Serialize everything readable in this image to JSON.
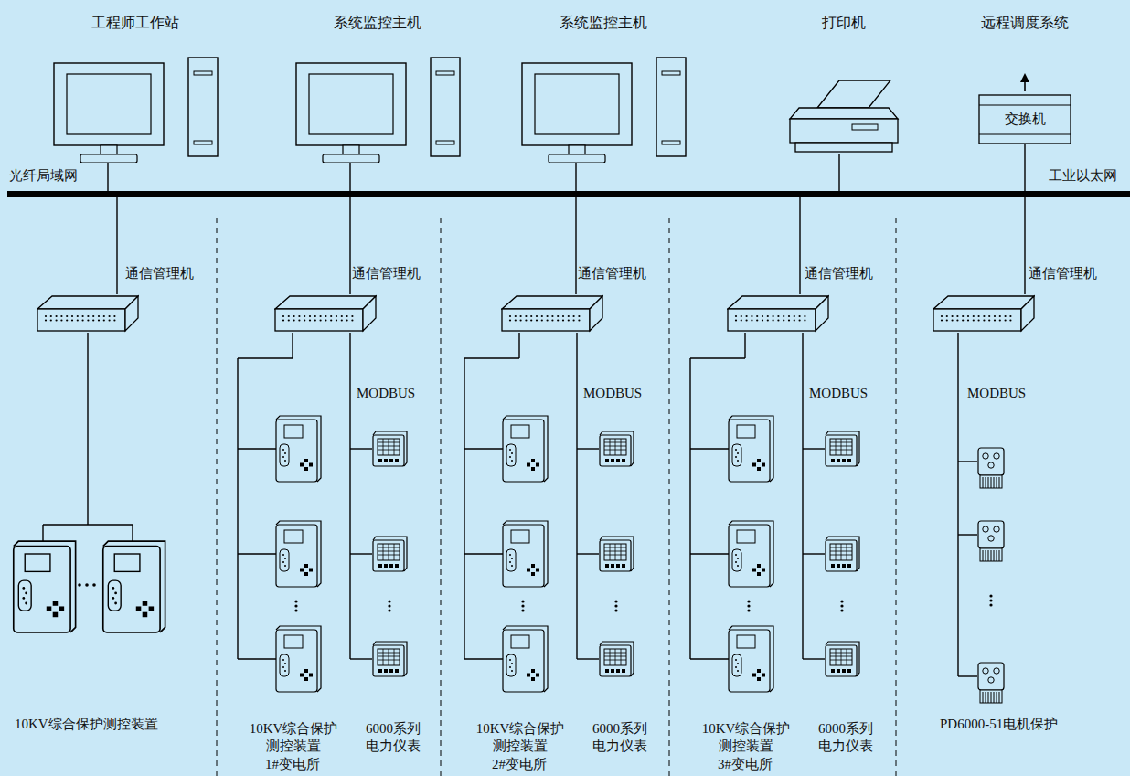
{
  "diagram": {
    "nodes": [
      {
        "text": [
          "光纤局域网",
          "工业以太网"
        ]
      },
      {
        "text": [
          "工程师工作站"
        ]
      },
      {
        "text": [
          "系统监控主机"
        ]
      },
      {
        "text": [
          "系统监控主机"
        ]
      },
      {
        "text": [
          "打印机"
        ]
      },
      {
        "text": [
          "远程调度系统",
          "交换机"
        ]
      },
      {
        "text": [
          "通信管理机"
        ]
      },
      {
        "text": [
          "通信管理机"
        ]
      },
      {
        "text": [
          "通信管理机"
        ]
      },
      {
        "text": [
          "通信管理机"
        ]
      },
      {
        "text": [
          "通信管理机"
        ]
      }
    ],
    "edges": [
      {
        "from": 1,
        "to": 0,
        "arrow": "none"
      },
      {
        "from": 2,
        "to": 0,
        "arrow": "none"
      },
      {
        "from": 3,
        "to": 0,
        "arrow": "none"
      },
      {
        "from": 4,
        "to": 0,
        "arrow": "none"
      },
      {
        "from": 5,
        "to": 0,
        "arrow": "none"
      },
      {
        "from": 0,
        "to": 6,
        "arrow": "none"
      },
      {
        "from": 0,
        "to": 7,
        "arrow": "none"
      },
      {
        "from": 0,
        "to": 8,
        "arrow": "none"
      },
      {
        "from": 0,
        "to": 9,
        "arrow": "none"
      },
      {
        "from": 0,
        "to": 10,
        "arrow": "none"
      }
    ],
    "labels": [
      "MODBUS",
      "MODBUS",
      "MODBUS",
      "MODBUS",
      "10KV综合保护测控装置",
      "10KV综合保护 测控装置",
      "6000系列 电力仪表",
      "1#变电所",
      "10KV综合保护 测控装置",
      "6000系列 电力仪表",
      "2#变电所",
      "10KV综合保护 测控装置",
      "6000系列 电力仪表",
      "3#变电所",
      "PD6000-51电机保护"
    ]
  }
}
